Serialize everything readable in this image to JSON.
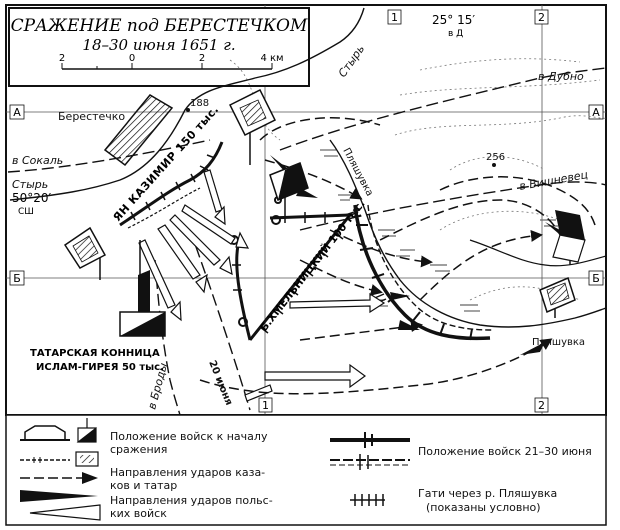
{
  "map": {
    "title_line1": "СРАЖЕНИЕ под БЕРЕСТЕЧКОМ",
    "title_line2": "18–30 июня 1651 г.",
    "scale": {
      "labels": [
        "2",
        "0",
        "2",
        "4 км"
      ]
    },
    "grid": {
      "col_top_1": "1",
      "col_top_2": "2",
      "col_bottom_1": "1",
      "col_bottom_2": "2",
      "row_left_a": "А",
      "row_right_a": "А",
      "row_left_b": "Б",
      "row_right_b": "Б"
    },
    "coords": {
      "lon": "25° 15′",
      "lon_hemi": "в Д",
      "lat": "50°20′",
      "lat_hemi": "СШ"
    },
    "places": {
      "berestechko": "Берестечко",
      "to_sokal": "в Сокаль",
      "styr_left": "Стырь",
      "styr_top": "Стырь",
      "to_dubno": "в Дубно",
      "plyashovka_top": "Пляшувка",
      "to_vishnevets": "в Вишневец",
      "plyashovka_bottom": "Пляшувка",
      "to_brody": "в Броды",
      "june20": "20 июня",
      "height_188": "188",
      "height_256": "256"
    },
    "armies": {
      "polish": "ЯН КАЗИМИР 150 тыс.",
      "cossack": "Б.ХМЕЛЬНИЦКИЙ 100 тыс.",
      "tatar_line1": "ТАТАРСКАЯ КОННИЦА",
      "tatar_line2": "ИСЛАМ-ГИРЕЯ 50 тыс."
    }
  },
  "legend": {
    "positions_start": [
      "Положение войск к началу",
      "сражения"
    ],
    "cossack_strikes": [
      "Направления ударов казa-",
      "ков и татар"
    ],
    "polish_strikes": [
      "Направления ударов польс-",
      "ких войск"
    ],
    "positions_21_30": "Положение войск 21–30 июня",
    "gati": [
      "Гати через р. Пляшувка",
      "(показаны условно)"
    ]
  }
}
